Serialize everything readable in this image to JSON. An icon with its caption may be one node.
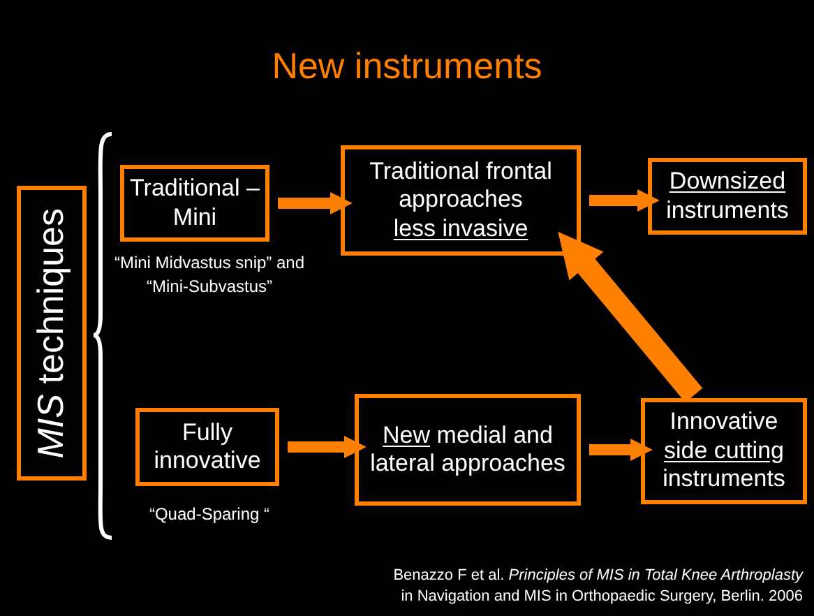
{
  "diagram": {
    "title": "New instruments",
    "nodes": [
      {
        "text": [
          "*MIS* techniques"
        ]
      },
      {
        "text": [
          "Traditional – Mini"
        ],
        "beside": [
          "“Mini Midvastus snip” and “Mini-Subvastus”"
        ]
      },
      {
        "text": [
          "Fully innovative"
        ],
        "beside": [
          "“Quad-Sparing “"
        ]
      },
      {
        "text": [
          "Traditional frontal approaches",
          "less invasive"
        ]
      },
      {
        "text": [
          "Downsized",
          "instruments"
        ]
      },
      {
        "text": [
          "New",
          "medial and lateral approaches"
        ]
      },
      {
        "text": [
          "Innovative",
          "side cutting",
          "instruments"
        ]
      }
    ],
    "edges": [
      {
        "from": 1,
        "to": 3,
        "arrow": "to"
      },
      {
        "from": 3,
        "to": 4,
        "arrow": "to"
      },
      {
        "from": 2,
        "to": 5,
        "arrow": "to"
      },
      {
        "from": 5,
        "to": 6,
        "arrow": "to"
      },
      {
        "from": 6,
        "to": 3,
        "arrow": "to",
        "style": "thick"
      }
    ],
    "labels": [
      "Benazzo F et al. *Principles of MIS in Total Knee Arthroplasty*",
      "in Navigation and MIS in Orthopaedic Surgery, Berlin. 2006"
    ]
  }
}
